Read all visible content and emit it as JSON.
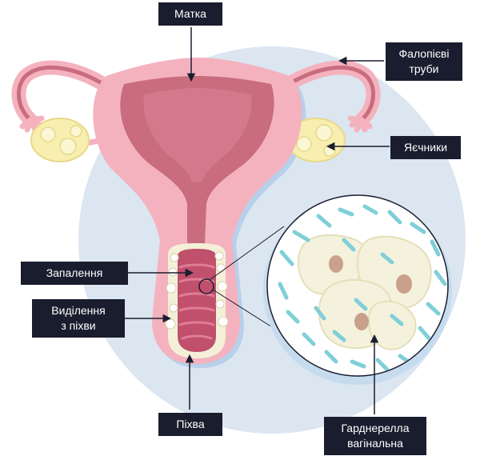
{
  "labels": {
    "uterus": "Матка",
    "fallopian_tubes": [
      "Фалопієві",
      "труби"
    ],
    "ovaries": "Яєчники",
    "inflammation": "Запалення",
    "discharge": [
      "Виділення",
      "з піхви"
    ],
    "vagina": "Піхва",
    "gardnerella": [
      "Гарднерелла",
      "вагінальна"
    ]
  },
  "colors": {
    "label_bg": "#1a1d2e",
    "label_text": "#ffffff",
    "arrow": "#1a1d2e",
    "background_circle": "#dbe6f1",
    "organ_outline": "#b8d0ea",
    "organ_outer": "#f4b2be",
    "organ_inner": "#c86c7e",
    "vaginal_wall": "#c0506c",
    "ovary": "#f7eeaf",
    "epithelial_cell": "#f4f2dc",
    "cell_nucleus": "#c9a08c",
    "bacteria": "#7fcfd8"
  }
}
